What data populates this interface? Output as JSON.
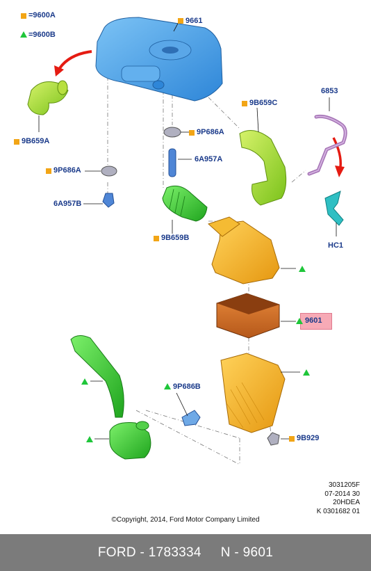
{
  "legend": {
    "square_text": "=9600A",
    "triangle_text": "=9600B"
  },
  "labels": {
    "p9661_top": "9661",
    "p9B659A": "9B659A",
    "p9P686A_right": "9P686A",
    "p6A957A": "6A957A",
    "p9B659C": "9B659C",
    "p6853": "6853",
    "p9P686A_left": "9P686A",
    "p6A957B": "6A957B",
    "pHC1": "HC1",
    "p9B659B": "9B659B",
    "p9601": "9601",
    "p9P686B": "9P686B",
    "p9B929": "9B929"
  },
  "meta": {
    "line1": "3031205F",
    "line2": "07-2014 30",
    "line3": "20HDEA",
    "line4": "K 0301682 01"
  },
  "copyright": "©Copyright, 2014, Ford Motor Company Limited",
  "footer": {
    "brand_part": "FORD - 1783334",
    "number_part": "N - 9601"
  },
  "colors": {
    "label_blue": "#1a3a8a",
    "marker_orange": "#f2a516",
    "marker_green": "#1fc63a",
    "highlight_pink": "#f7aab6",
    "footer_gray": "#7b7b7b"
  }
}
